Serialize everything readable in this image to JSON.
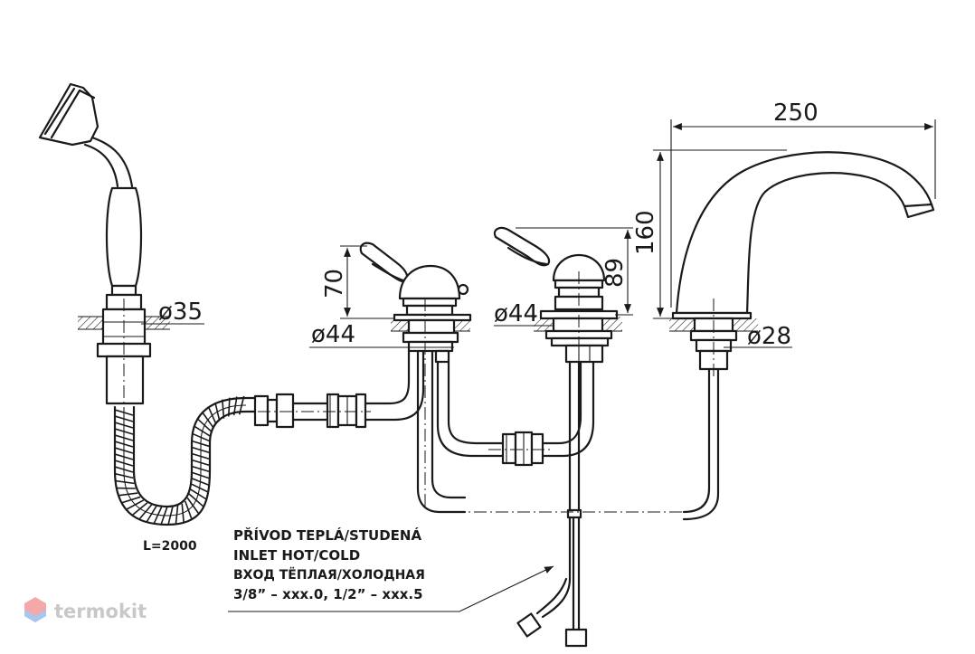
{
  "dimensions": {
    "width_spout": "250",
    "height_spout": "160",
    "height_left_handle": "70",
    "height_right_handle": "89",
    "dia_shower": "ø35",
    "dia_left_valve": "ø44",
    "dia_right_valve": "ø44",
    "dia_spout": "ø28"
  },
  "hose_length": "L=2000",
  "inlet_note": {
    "line_cz": "PŘÍVOD TEPLÁ/STUDENÁ",
    "line_en": "INLET HOT/COLD",
    "line_ru": "ВХОД ТЁПЛАЯ/ХОЛОДНАЯ",
    "line_sizes": "3/8” – xxx.0, 1/2” – xxx.5"
  },
  "watermark": {
    "text": "termokit",
    "logo_colors": [
      "#f3a9a9",
      "#a9c6ef"
    ]
  }
}
